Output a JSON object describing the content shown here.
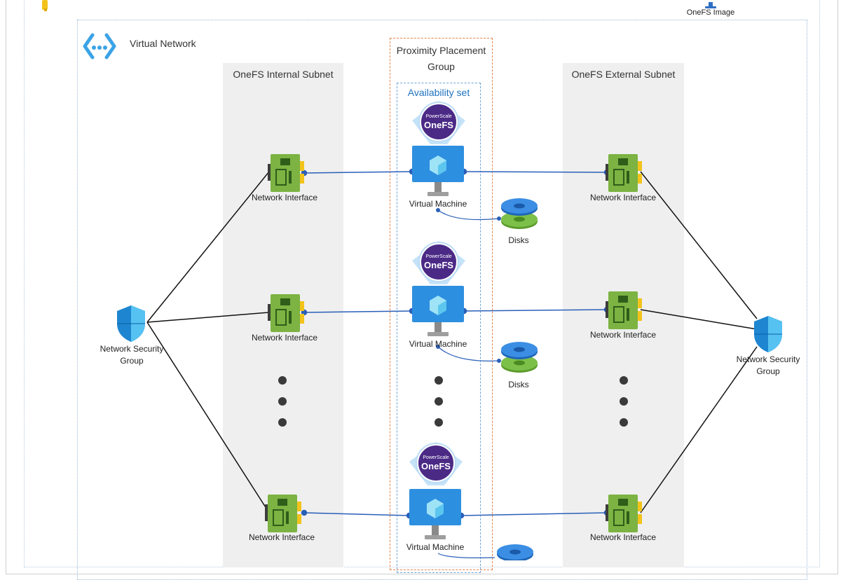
{
  "vnet": {
    "title": "Virtual Network"
  },
  "image": {
    "label": "OneFS Image"
  },
  "subnets": {
    "internal": {
      "title": "OneFS Internal Subnet"
    },
    "external": {
      "title": "OneFS External Subnet"
    }
  },
  "ppg": {
    "title_line1": "Proximity Placement",
    "title_line2": "Group"
  },
  "avset": {
    "title": "Availability set"
  },
  "nsg": {
    "line1": "Network Security",
    "line2": "Group"
  },
  "nic": {
    "label": "Network Interface"
  },
  "vm": {
    "label": "Virtual Machine"
  },
  "disks": {
    "label": "Disks"
  },
  "badge": {
    "small": "PowerScale",
    "big": "OneFS"
  },
  "colors": {
    "nic_green": "#7cb342",
    "nic_dark": "#3d6b20",
    "nic_gold": "#f2c31b",
    "vm_blue": "#2d8fe0",
    "badge_purple": "#4b2a86",
    "shield_blue": "#29a3e6",
    "disk_blue": "#2b7fd8",
    "disk_green": "#6fb43f",
    "line_blue": "#2a5fb8"
  }
}
